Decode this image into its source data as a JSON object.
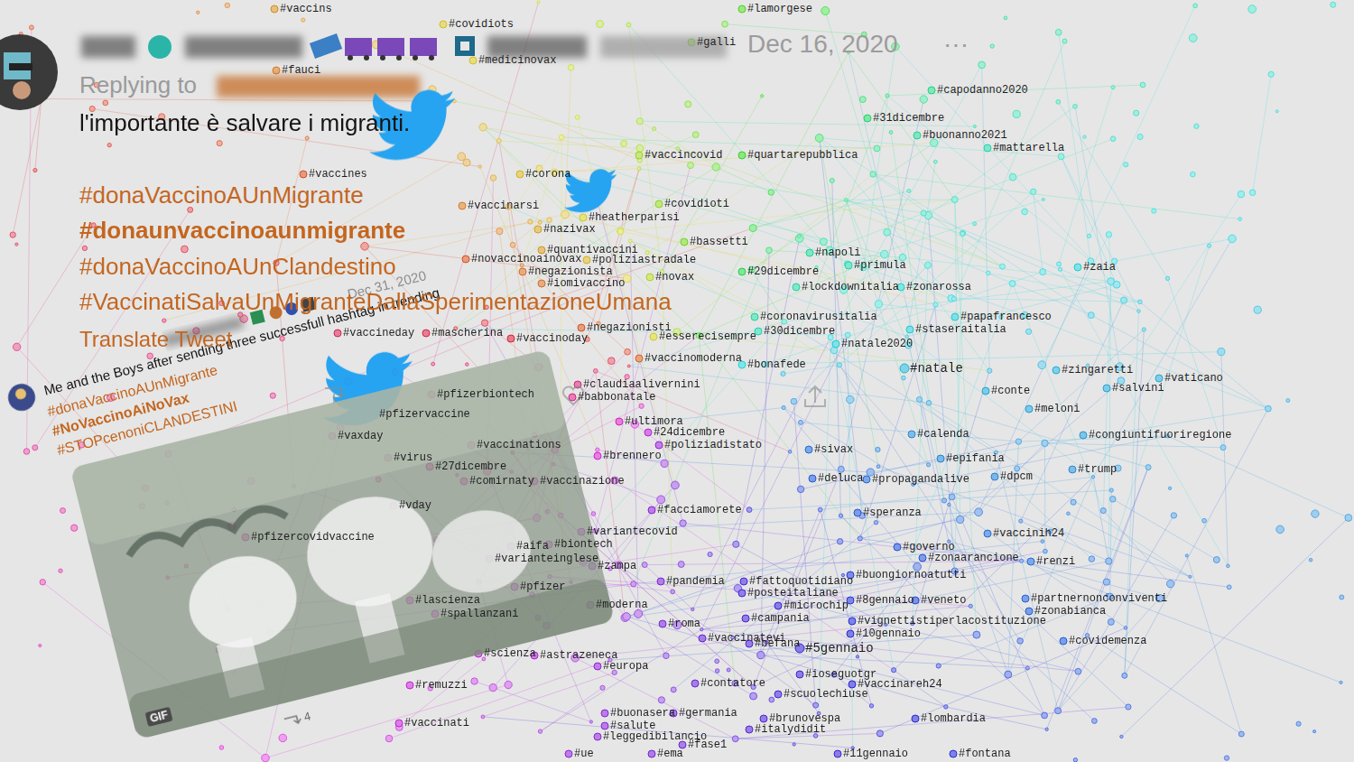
{
  "diagram": {
    "labels": [
      "Dec 16, 2020",
      "···",
      "Replying to",
      "l'importante è salvare i migranti.",
      "#donaVaccinoAUnMigrante",
      "#donaunvaccinoaunmigrante",
      "#donaVaccinoAUnClandestino",
      "#VaccinatiSalvaUnMigranteDallaSperimentazioneUmana",
      "Translate Tweet",
      "Dec 31, 2020",
      "Me and the Boys after sending three successfull hashtag in trending",
      "#donaVaccinoAUnMigrante",
      "#NoVaccinoAiNoVax",
      "#STOPcenoniCLANDESTINI",
      "GIF",
      "4",
      "#vaccins",
      "#lamorgese",
      "#covidiots",
      "#galli",
      "#medicinovax",
      "#fauci",
      "#capodanno2020",
      "#31dicembre",
      "#buonanno2021",
      "#mattarella",
      "#vaccincovid",
      "#quartarepubblica",
      "#corona",
      "#vaccines",
      "#vaccinarsi",
      "#covidioti",
      "#heatherparisi",
      "#nazivax",
      "#bassetti",
      "#quantivaccini",
      "#napoli",
      "#novaccinoainovax",
      "#poliziastradale",
      "#primula",
      "#zaia",
      "#negazionista",
      "#29dicembre",
      "#novax",
      "#iomivaccino",
      "#lockdownitalia",
      "#zonarossa",
      "#negazionisti",
      "#papafrancesco",
      "#coronavirusitalia",
      "#30dicembre",
      "#staseraitalia",
      "#natale2020",
      "#mascherina",
      "#vaccineday",
      "#esserecisempre",
      "#vaccinoday",
      "#vaccinomoderna",
      "#bonafede",
      "#natale",
      "#zingaretti",
      "#vaticano",
      "#claudiaalivernini",
      "#babbonatale",
      "#pfizerbiontech",
      "#conte",
      "#salvini",
      "#meloni",
      "#pfizervaccine",
      "#ultimora",
      "#24dicembre",
      "#poliziadistato",
      "#calenda",
      "#congiuntifuoriregione",
      "#vaxday",
      "#vaccinations",
      "#sivax",
      "#brennero",
      "#epifania",
      "#virus",
      "#27dicembre",
      "#trump",
      "#comirnaty",
      "#vaccinazione",
      "#deluca",
      "#propagandalive",
      "#dpcm",
      "#vday",
      "#facciamorete",
      "#speranza",
      "#vaccinih24",
      "#variantecovid",
      "#biontech",
      "#aifa",
      "#pfizercovidvaccine",
      "#varianteinglese",
      "#governo",
      "#zonaarancione",
      "#renzi",
      "#zampa",
      "#pandemia",
      "#fattoquotidiano",
      "#buongiornoatutti",
      "#pfizer",
      "#posteitaliane",
      "#microchip",
      "#8gennaio",
      "#veneto",
      "#partnernonconviventi",
      "#lascienza",
      "#moderna",
      "#spallanzani",
      "#campania",
      "#zonabianca",
      "#roma",
      "#vignettistiperlacostituzione",
      "#10gennaio",
      "#vaccinatevi",
      "#befana",
      "#5gennaio",
      "#covidemenza",
      "#scienza",
      "#astrazeneca",
      "#europa",
      "#ioseguotgr",
      "#vaccinareh24",
      "#remuzzi",
      "#contatore",
      "#scuolechiuse",
      "#buonasera",
      "#germania",
      "#brunovespa",
      "#italydidit",
      "#lombardia",
      "#vaccinati",
      "#salute",
      "#leggedibilancio",
      "#fase1",
      "#11gennaio",
      "#ema",
      "#fontana",
      "#ue"
    ]
  }
}
